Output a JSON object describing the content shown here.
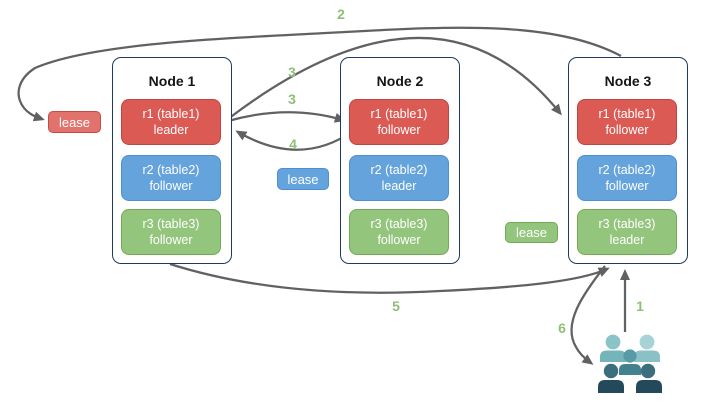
{
  "diagram": {
    "nodes": [
      {
        "title": "Node 1",
        "replicas": [
          {
            "name": "r1 (table1)",
            "role": "leader",
            "color": "red"
          },
          {
            "name": "r2 (table2)",
            "role": "follower",
            "color": "blue"
          },
          {
            "name": "r3 (table3)",
            "role": "follower",
            "color": "green"
          }
        ]
      },
      {
        "title": "Node 2",
        "replicas": [
          {
            "name": "r1 (table1)",
            "role": "follower",
            "color": "red"
          },
          {
            "name": "r2 (table2)",
            "role": "leader",
            "color": "blue"
          },
          {
            "name": "r3 (table3)",
            "role": "follower",
            "color": "green"
          }
        ]
      },
      {
        "title": "Node 3",
        "replicas": [
          {
            "name": "r1 (table1)",
            "role": "follower",
            "color": "red"
          },
          {
            "name": "r2 (table2)",
            "role": "follower",
            "color": "blue"
          },
          {
            "name": "r3 (table3)",
            "role": "leader",
            "color": "green"
          }
        ]
      }
    ],
    "leases": [
      {
        "label": "lease",
        "color": "red"
      },
      {
        "label": "lease",
        "color": "blue"
      },
      {
        "label": "lease",
        "color": "green"
      }
    ],
    "steps": {
      "1": "1",
      "2": "2",
      "3a": "3",
      "3b": "3",
      "4": "4",
      "5": "5",
      "6": "6"
    },
    "icons": {
      "users": "users-group-icon"
    },
    "colors": {
      "node_border": "#1f3a60",
      "red": "#db5a54",
      "red_border": "#bf4540",
      "red_light": "#e2736c",
      "red_light_border": "#c64b44",
      "blue": "#64a3dc",
      "blue_border": "#4d90cf",
      "green": "#93c57d",
      "green_border": "#72aa56",
      "arrow": "#606163",
      "step_green": "#8dc077",
      "user_tl_head": "#8ac3c8",
      "user_tl_body": "#74b4ba",
      "user_tr_head": "#a7d3d6",
      "user_tr_body": "#8ac1c6",
      "user_mid_head": "#579ba7",
      "user_mid_body": "#44818e",
      "user_dark_head": "#3c6e7d",
      "user_dark_body": "#24495a"
    }
  }
}
